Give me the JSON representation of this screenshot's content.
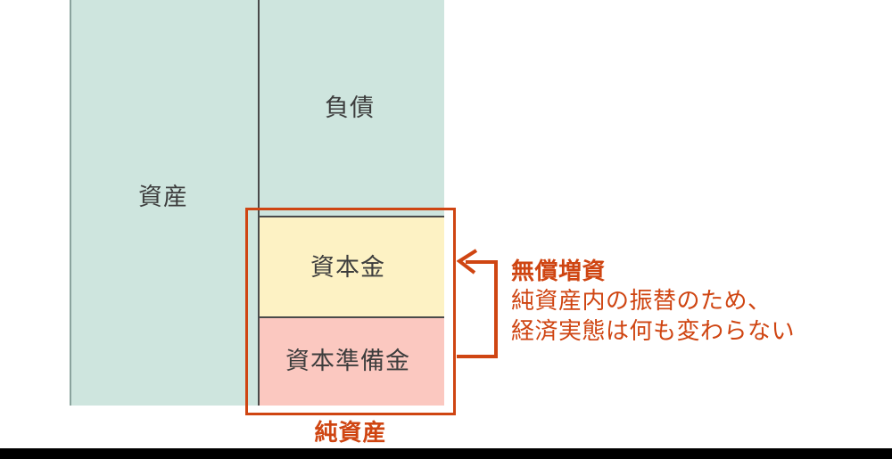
{
  "diagram": {
    "title_caption": "純資産",
    "blocks": [
      {
        "id": "assets",
        "label": "資産",
        "color": "#cee5de"
      },
      {
        "id": "liabilities",
        "label": "負債",
        "color": "#cee5de"
      },
      {
        "id": "capital",
        "label": "資本金",
        "color": "#fdf2c4"
      },
      {
        "id": "reserve",
        "label": "資本準備金",
        "color": "#fbc8c0"
      }
    ],
    "highlight": {
      "caption": "純資産",
      "accent_color": "#cf4512"
    },
    "annotation": {
      "title": "無償増資",
      "lines": [
        "純資産内の振替のため、",
        "経済実態は何も変わらない"
      ],
      "color": "#cf4512"
    },
    "colors": {
      "teal": "#cee5de",
      "yellow": "#fdf2c4",
      "pink": "#fbc8c0",
      "accent": "#cf4512",
      "outline": "#4a4a4a",
      "text": "#3d3d3d",
      "bottom_bar": "#000000"
    }
  }
}
